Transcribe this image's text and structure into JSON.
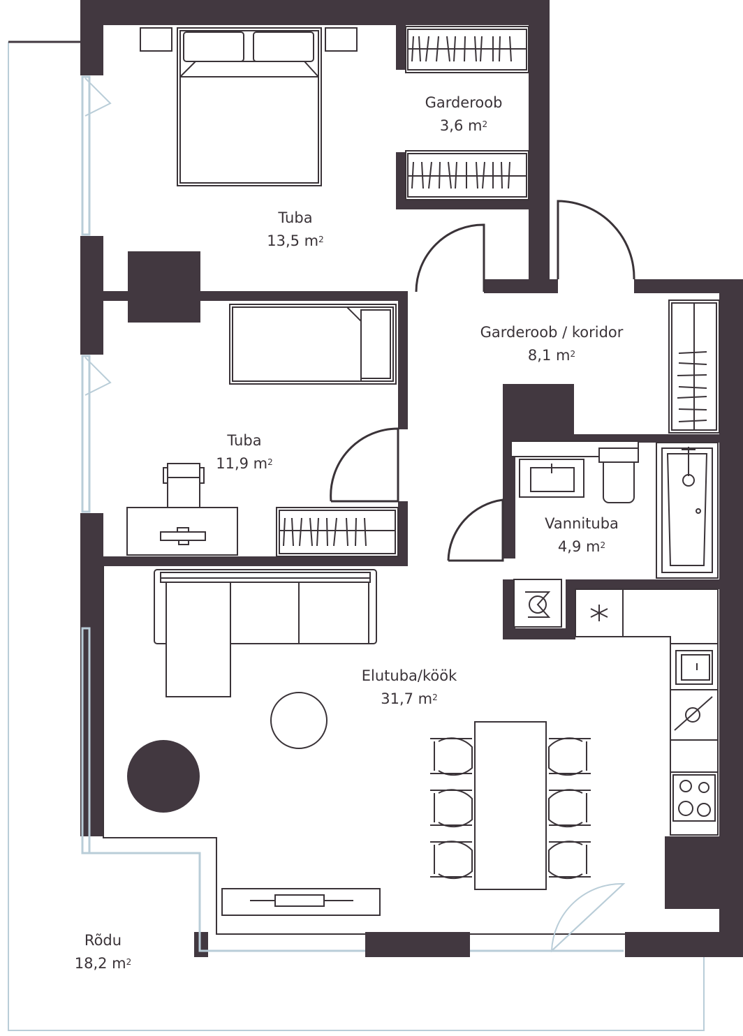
{
  "colors": {
    "wall": "#423840",
    "line": "#3a3338",
    "glass": "#b9cdd8",
    "background": "#ffffff"
  },
  "rooms": [
    {
      "id": "tuba-1",
      "name": "Tuba",
      "area": "13,5 m",
      "unit_sup": "2"
    },
    {
      "id": "garderoob",
      "name": "Garderoob",
      "area": "3,6  m",
      "unit_sup": "2"
    },
    {
      "id": "garderoob-koridor",
      "name": "Garderoob / koridor",
      "area": "8,1 m",
      "unit_sup": "2"
    },
    {
      "id": "tuba-2",
      "name": "Tuba",
      "area": "11,9 m",
      "unit_sup": "2"
    },
    {
      "id": "vannituba",
      "name": "Vannituba",
      "area": "4,9  m",
      "unit_sup": "2"
    },
    {
      "id": "elutuba-kook",
      "name": "Elutuba/köök",
      "area": "31,7  m",
      "unit_sup": "2"
    },
    {
      "id": "rodu",
      "name": "Rõdu",
      "area": "18,2 m",
      "unit_sup": "2"
    }
  ],
  "icons": [
    "bed-icon",
    "wardrobe-icon",
    "desk-icon",
    "chair-icon",
    "sofa-icon",
    "dining-table-icon",
    "bathtub-icon",
    "toilet-icon",
    "sink-icon",
    "washing-machine-icon",
    "fridge-icon",
    "stove-icon",
    "tv-stand-icon",
    "plant-icon",
    "round-table-icon",
    "door-swing-icon",
    "window-icon"
  ]
}
